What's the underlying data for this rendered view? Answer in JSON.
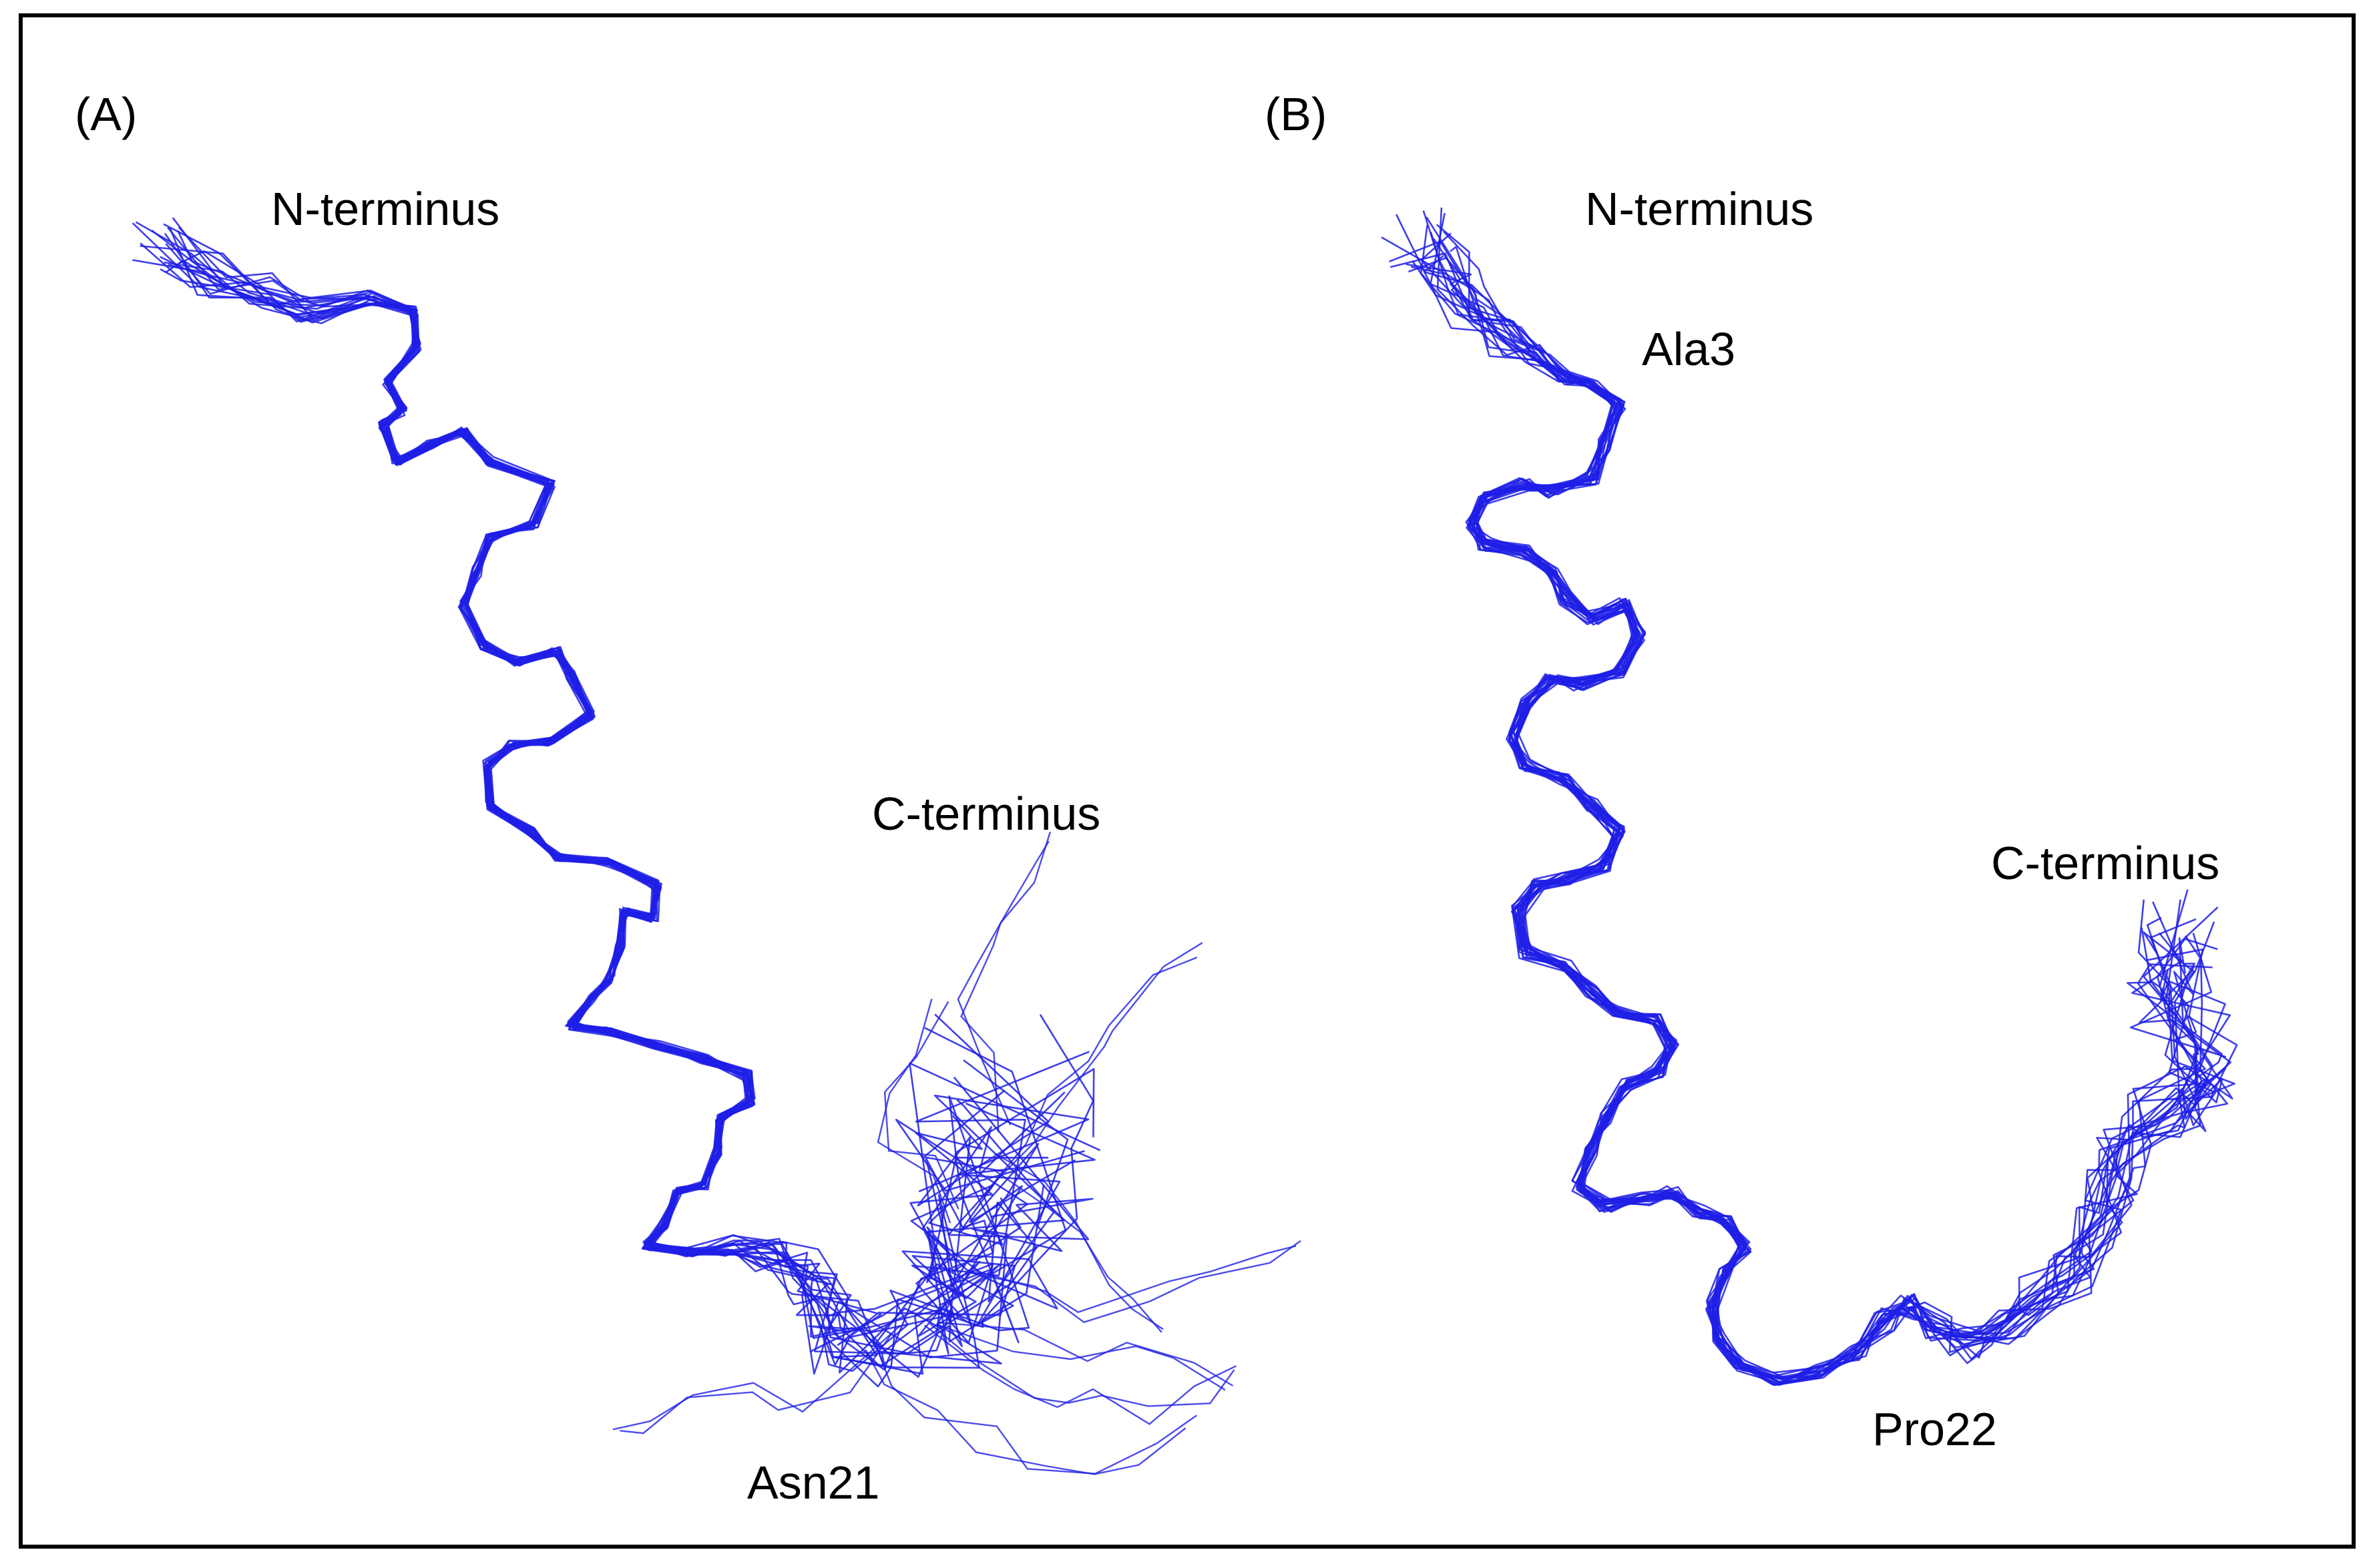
{
  "colors": {
    "trace": "#1f1fe6",
    "frame": "#000000",
    "background": "#ffffff"
  },
  "panels": {
    "a": {
      "id": "(A)",
      "n_terminus": "N-terminus",
      "c_terminus": "C-terminus",
      "residue": "Asn21"
    },
    "b": {
      "id": "(B)",
      "n_terminus": "N-terminus",
      "residue_top": "Ala3",
      "c_terminus": "C-terminus",
      "residue_bottom": "Pro22"
    }
  }
}
